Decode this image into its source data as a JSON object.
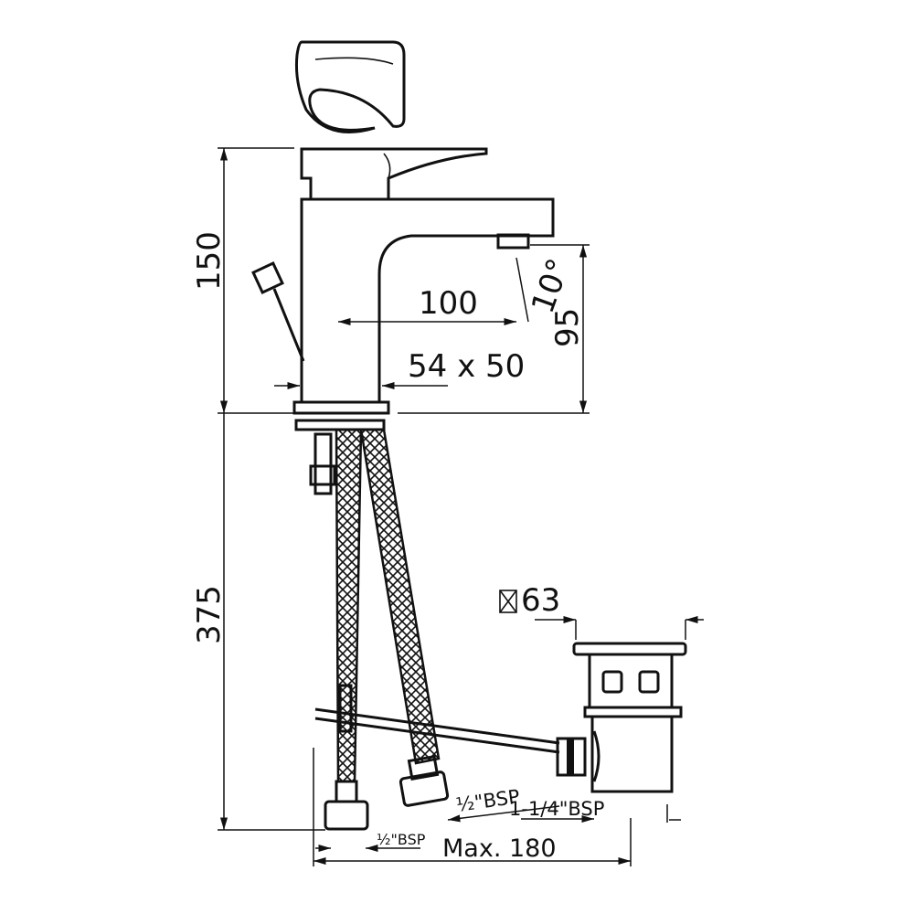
{
  "dimensions": {
    "height_above_deck": "150",
    "height_below_deck": "375",
    "spout_reach": "100",
    "spout_height": "95",
    "spout_angle": "10°",
    "base_size": "54 x 50",
    "waste_diameter": "63",
    "waste_thread": "1-1/4\"BSP",
    "hose_thread_a": "½\"BSP",
    "hose_thread_b": "½\"BSP",
    "max_spread": "Max. 180"
  },
  "colors": {
    "line": "#111111",
    "background": "#ffffff"
  }
}
